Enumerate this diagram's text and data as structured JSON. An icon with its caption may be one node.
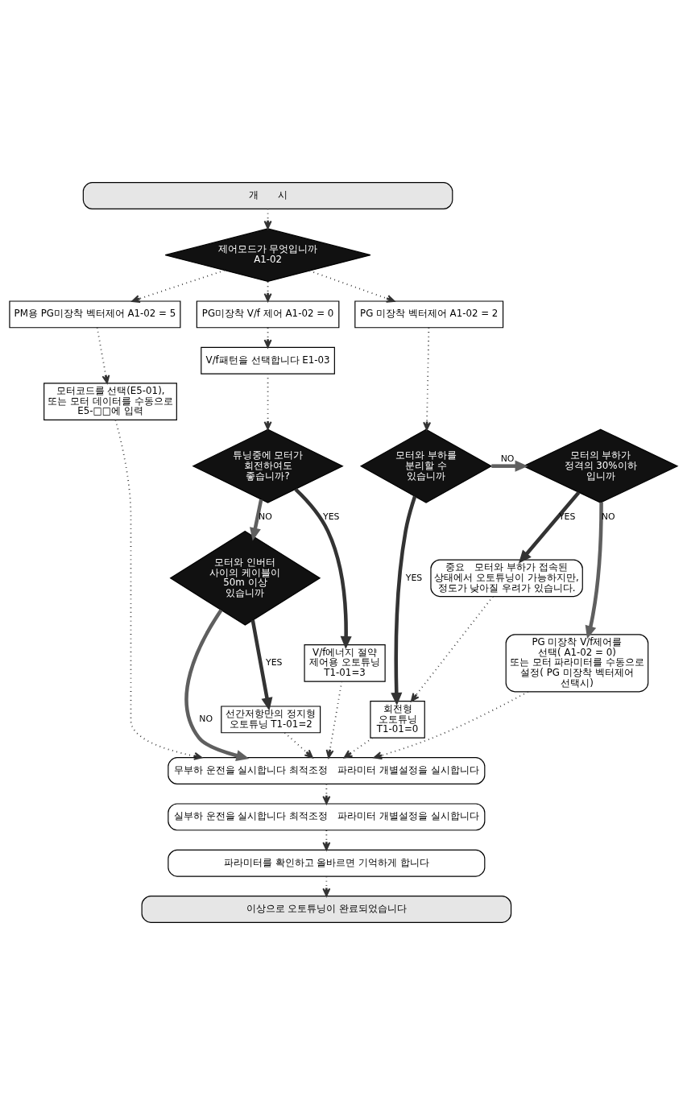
{
  "diagram": {
    "nodes": [
      {
        "text": [
          "개　　시"
        ]
      },
      {
        "text": [
          "제어모드가 무엇입니까 A1-02"
        ]
      },
      {
        "text": [
          "PG미장착 V/f 제어 A1-02 = 0"
        ]
      },
      {
        "text": [
          "PG 미장착 벡터제어 A1-02 = 2"
        ]
      },
      {
        "text": [
          "PM용 PG미장착 벡터제어 A1-02 = 5"
        ]
      },
      {
        "text": [
          "V/f패턴을 선택합니다 E1-03"
        ]
      },
      {
        "text": [
          "모터코드를 선택(E5-01), 또는 모터 데이터를 수동으로 E5-□□에 입력"
        ]
      },
      {
        "text": [
          "튜닝중에 모터가 회전하여도 좋습니까?"
        ]
      },
      {
        "text": [
          "모터와 부하를 분리할 수 있습니까"
        ]
      },
      {
        "text": [
          "모터의 부하가 정격의 30%이하 입니까"
        ]
      },
      {
        "text": [
          "모터와 인버터 사이의 케이블이 50m 이상 있습니까"
        ]
      },
      {
        "text": [
          "중요　모터와 부하가 접속된 상태에서 오토튜닝이 가능하지만, 정도가 낮아질 우려가 있습니다."
        ]
      },
      {
        "text": [
          "V/f에너지 절약 제어용 오토튜닝 T1-01=3"
        ]
      },
      {
        "text": [
          "선간저항만의 정지형 오토튜닝 T1-01=2"
        ]
      },
      {
        "text": [
          "회전형 오토튜닝 T1-01=0"
        ]
      },
      {
        "text": [
          "PG 미장착 V/f제어를 선택( A1-02 = 0)  또는 모터 파라미터를 수동으로 설정( PG 미장착 벡터제어 선택시)"
        ]
      },
      {
        "text": [
          "무부하 운전을 실시합니다 최적조정　파라미터 개별설정을 실시합니다"
        ]
      },
      {
        "text": [
          "실부하 운전을 실시합니다 최적조정　파라미터 개별설정을 실시합니다"
        ]
      },
      {
        "text": [
          "파라미터를 확인하고 올바르면 기억하게 합니다"
        ]
      },
      {
        "text": [
          "이상으로 오토튜닝이 완료되었습니다"
        ]
      }
    ],
    "edges": [
      {
        "from": 0,
        "to": 1,
        "arrow": "to",
        "style": "dashed"
      },
      {
        "from": 1,
        "to": 2,
        "arrow": "to",
        "style": "dashed"
      },
      {
        "from": 1,
        "to": 3,
        "arrow": "to",
        "style": "dashed"
      },
      {
        "from": 1,
        "to": 4,
        "arrow": "to",
        "style": "dashed"
      },
      {
        "from": 2,
        "to": 5,
        "arrow": "to",
        "style": "dashed"
      },
      {
        "from": 4,
        "to": 6,
        "arrow": "to",
        "style": "dashed"
      },
      {
        "from": 5,
        "to": 7,
        "arrow": "to",
        "style": "dashed"
      },
      {
        "from": 3,
        "to": 8,
        "arrow": "to",
        "style": "dashed"
      },
      {
        "from": 8,
        "to": 9,
        "arrow": "to",
        "label": "NO",
        "style": "thick",
        "color": "#5f5f5f"
      },
      {
        "from": 7,
        "to": 12,
        "arrow": "to",
        "label": "YES",
        "style": "thick"
      },
      {
        "from": 7,
        "to": 10,
        "arrow": "to",
        "label": "NO",
        "style": "thick",
        "color": "#5f5f5f"
      },
      {
        "from": 8,
        "to": 14,
        "arrow": "to",
        "label": "YES",
        "style": "thick"
      },
      {
        "from": 9,
        "to": 11,
        "arrow": "to",
        "label": "YES",
        "style": "thick"
      },
      {
        "from": 9,
        "to": 15,
        "arrow": "to",
        "label": "NO",
        "style": "thick",
        "color": "#5f5f5f"
      },
      {
        "from": 10,
        "to": 13,
        "arrow": "to",
        "label": "YES",
        "style": "thick"
      },
      {
        "from": 10,
        "to": 16,
        "arrow": "to",
        "label": "NO",
        "style": "thick",
        "color": "#5f5f5f"
      },
      {
        "from": 11,
        "to": 14,
        "arrow": "to",
        "style": "dashed"
      },
      {
        "from": 12,
        "to": 16,
        "arrow": "to",
        "style": "dashed"
      },
      {
        "from": 13,
        "to": 16,
        "arrow": "to",
        "style": "dashed"
      },
      {
        "from": 14,
        "to": 16,
        "arrow": "to",
        "style": "dashed"
      },
      {
        "from": 15,
        "to": 16,
        "arrow": "to",
        "style": "dashed"
      },
      {
        "from": 6,
        "to": 16,
        "arrow": "to",
        "style": "dashed"
      },
      {
        "from": 16,
        "to": 17,
        "arrow": "to",
        "style": "dashed"
      },
      {
        "from": 17,
        "to": 18,
        "arrow": "to",
        "style": "dashed"
      },
      {
        "from": 18,
        "to": 19,
        "arrow": "to",
        "style": "dashed"
      }
    ]
  }
}
